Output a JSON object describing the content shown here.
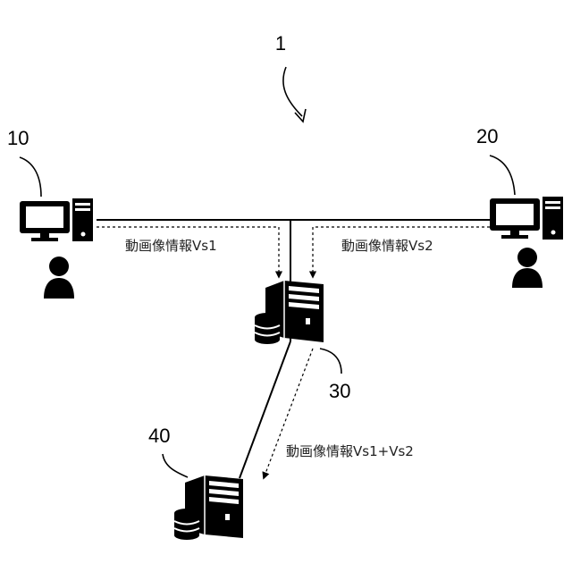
{
  "system": {
    "ref": "1"
  },
  "terminal_1": {
    "ref": "10"
  },
  "terminal_2": {
    "ref": "20"
  },
  "server_1": {
    "ref": "30"
  },
  "server_2": {
    "ref": "40"
  },
  "flows": {
    "vs1": "動画像情報Vs1",
    "vs2": "動画像情報Vs2",
    "vs12": "動画像情報Vs1+Vs2"
  },
  "icons": {
    "computer": "computer-icon",
    "user": "user-icon",
    "server": "server-icon",
    "database": "database-icon"
  }
}
